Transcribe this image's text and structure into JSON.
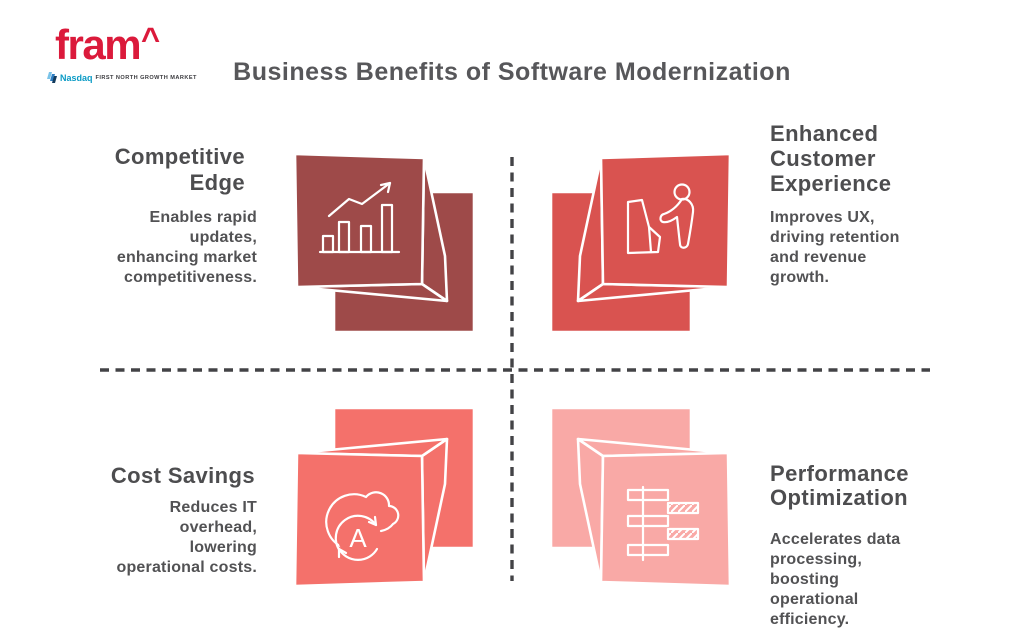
{
  "logo": {
    "brand": "fram",
    "caret": "^",
    "listing": {
      "exchange": "Nasdaq",
      "market": "FIRST NORTH GROWTH MARKET"
    }
  },
  "title": "Business Benefits of Software Modernization",
  "divider_color": "#434346",
  "quadrants": {
    "top_left": {
      "heading": "Competitive\nEdge",
      "body": "Enables rapid\nupdates,\nenhancing market\ncompetitiveness.",
      "icon": "growth-chart",
      "cube_color": "#9e4a49"
    },
    "top_right": {
      "heading": "Enhanced\nCustomer\nExperience",
      "body": "Improves UX,\ndriving retention\nand revenue\ngrowth.",
      "icon": "customer-kiosk",
      "cube_color": "#d95350"
    },
    "bottom_left": {
      "heading": "Cost Savings",
      "body": "Reduces IT\noverhead,\nlowering\noperational costs.",
      "icon": "cloud-sync",
      "cube_color": "#f4716b"
    },
    "bottom_right": {
      "heading": "Performance\nOptimization",
      "body": "Accelerates data\nprocessing,\nboosting\noperational\nefficiency.",
      "icon": "process-bars",
      "cube_color": "#f9a9a6"
    }
  },
  "cloud_sync_letter": "A"
}
